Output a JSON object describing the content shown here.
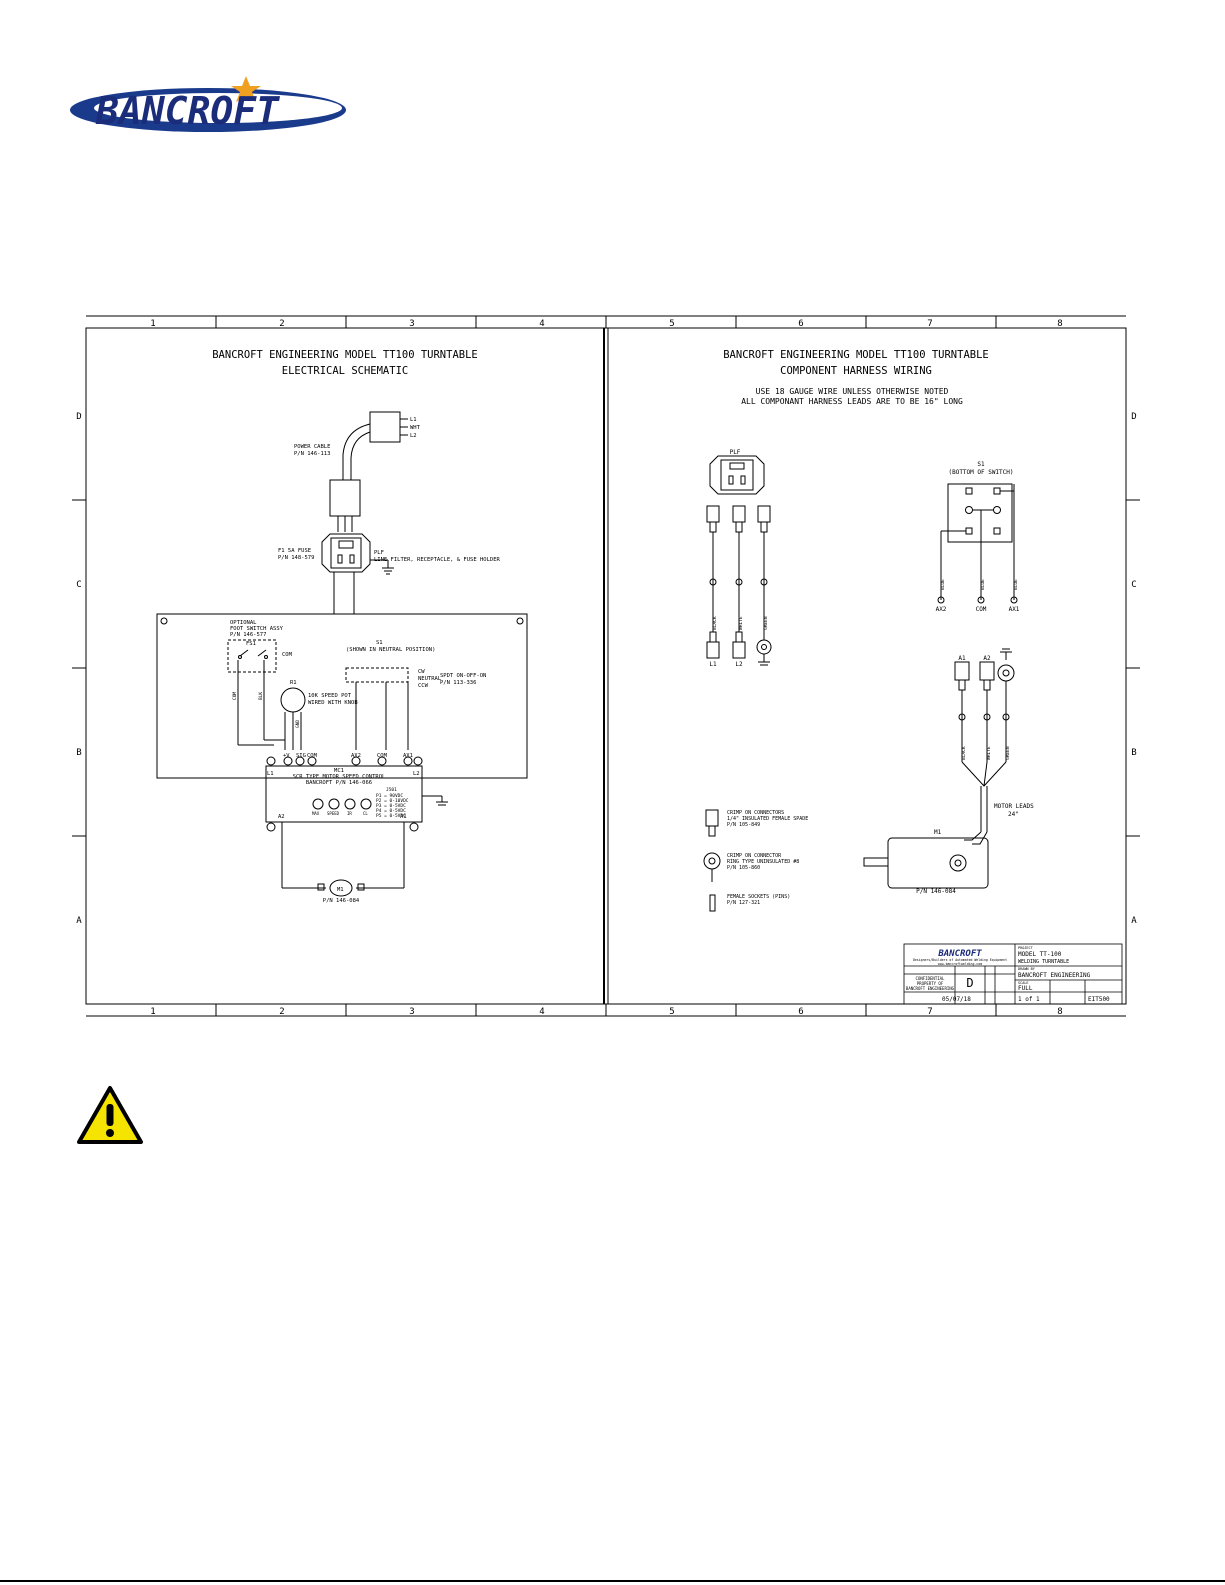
{
  "logo": {
    "text": "BANCROFT",
    "colors": {
      "swoosh": "#1a3a8c",
      "star": "#f0a020",
      "text": "#1b2d7a"
    }
  },
  "frame": {
    "top_columns": [
      "1",
      "2",
      "3",
      "4",
      "5",
      "6",
      "7",
      "8"
    ],
    "bottom_columns": [
      "1",
      "2",
      "3",
      "4",
      "5",
      "6",
      "7",
      "8"
    ],
    "rows_left": [
      "D",
      "C",
      "B",
      "A"
    ],
    "rows_right": [
      "D",
      "C",
      "B",
      "A"
    ]
  },
  "left": {
    "title1": "BANCROFT ENGINEERING MODEL TT100 TURNTABLE",
    "title2": "ELECTRICAL SCHEMATIC",
    "power_cable": "POWER CABLE",
    "power_cable_pn": "P/N 146-113",
    "plug_pins": [
      "L1",
      "WHT",
      "L2"
    ],
    "fuse": "F1 5A FUSE",
    "fuse_pn": "P/N 148-579",
    "plf": "PLF",
    "plf_desc": "LINE FILTER, RECEPTACLE, & FUSE HOLDER",
    "optional": "OPTIONAL",
    "foot_switch": "FOOT SWITCH ASSY",
    "foot_switch_pn": "P/N 146-577",
    "fs1": "FS1",
    "com": "COM",
    "s1": "S1",
    "s1_note": "(SHOWN IN NEUTRAL POSITION)",
    "cw": "CW",
    "neutral": "NEUTRAL",
    "ccw": "CCW",
    "switch_desc": "SPDT ON-OFF-ON",
    "switch_pn": "P/N 113-336",
    "r1": "R1",
    "pot_desc": "10K SPEED POT",
    "pot_pn": "WIRED WITH KNOB",
    "mc1": "MC1",
    "mc1_desc": "SCR TYPE MOTOR SPEED CONTROL",
    "mc1_pn": "BANCROFT P/N 146-066",
    "mc1_top_terms": [
      "L1",
      "+V",
      "SIG",
      "COM",
      "AX2",
      "COM",
      "AX1",
      "L2"
    ],
    "mc1_bottom_terms": [
      "A2",
      "A1"
    ],
    "mc1_pots": [
      "MAX",
      "SPEED",
      "IR",
      "CL"
    ],
    "mc1_notes": [
      "J501",
      "P1 = 90VDC",
      "P2 = 0-10VDC",
      "P3 = 0-5VDC",
      "P4 = 0-5VDC",
      "P5 = 0-5VDC"
    ],
    "m1": "M1",
    "motor_pn": "P/N 146-084",
    "wire_labels": [
      "COM",
      "BLK",
      "GND"
    ]
  },
  "right": {
    "title1": "BANCROFT ENGINEERING MODEL TT100 TURNTABLE",
    "title2": "COMPONENT HARNESS WIRING",
    "note1": "USE 18 GAUGE WIRE UNLESS OTHERWISE NOTED",
    "note2": "ALL COMPONANT HARNESS LEADS ARE TO BE 16\" LONG",
    "plf": "PLF",
    "plf_labels": [
      "L1",
      "L2"
    ],
    "wire_colors": [
      "BLACK",
      "WHITE",
      "GREEN"
    ],
    "s1": "S1",
    "s1_note": "(BOTTOM OF SWITCH)",
    "s1_terms": [
      "AX2",
      "COM",
      "AX1"
    ],
    "s1_wires": [
      "BLUE",
      "BLUE",
      "BLUE"
    ],
    "motor_terms": [
      "A1",
      "A2"
    ],
    "motor_leads": "MOTOR LEADS",
    "motor_leads_len": "24\"",
    "m1": "M1",
    "motor_pn": "P/N 146-084",
    "legend": [
      {
        "line1": "CRIMP ON CONNECTORS",
        "line2": "1/4\" INSULATED FEMALE SPADE",
        "line3": "P/N 105-849"
      },
      {
        "line1": "CRIMP ON CONNECTOR",
        "line2": "RING TYPE UNINSULATED #8",
        "line3": "P/N 105-860"
      },
      {
        "line1": "FEMALE SOCKETS (PINS)",
        "line2": "P/N 127-321",
        "line3": ""
      }
    ]
  },
  "title_block": {
    "company": "BANCROFT",
    "tagline": "Designers/Builders of Automated Welding Equipment",
    "url": "www.bancroftwelding.com",
    "project_label": "PROJECT",
    "project": "MODEL TT-100",
    "project2": "WELDING TURNTABLE",
    "drawn_by_label": "DRAWN BY",
    "drawn_by": "BANCROFT ENGINEERING",
    "confidential1": "CONFIDENTIAL",
    "confidential2": "PROPERTY OF",
    "confidential3": "BANCROFT ENGINEERING",
    "size": "D",
    "scale_label": "SCALE",
    "scale": "FULL",
    "date": "05/07/18",
    "sheet": "1 of 1",
    "dwg_no": "EIT500"
  },
  "warning_icon": "warning-triangle-icon"
}
